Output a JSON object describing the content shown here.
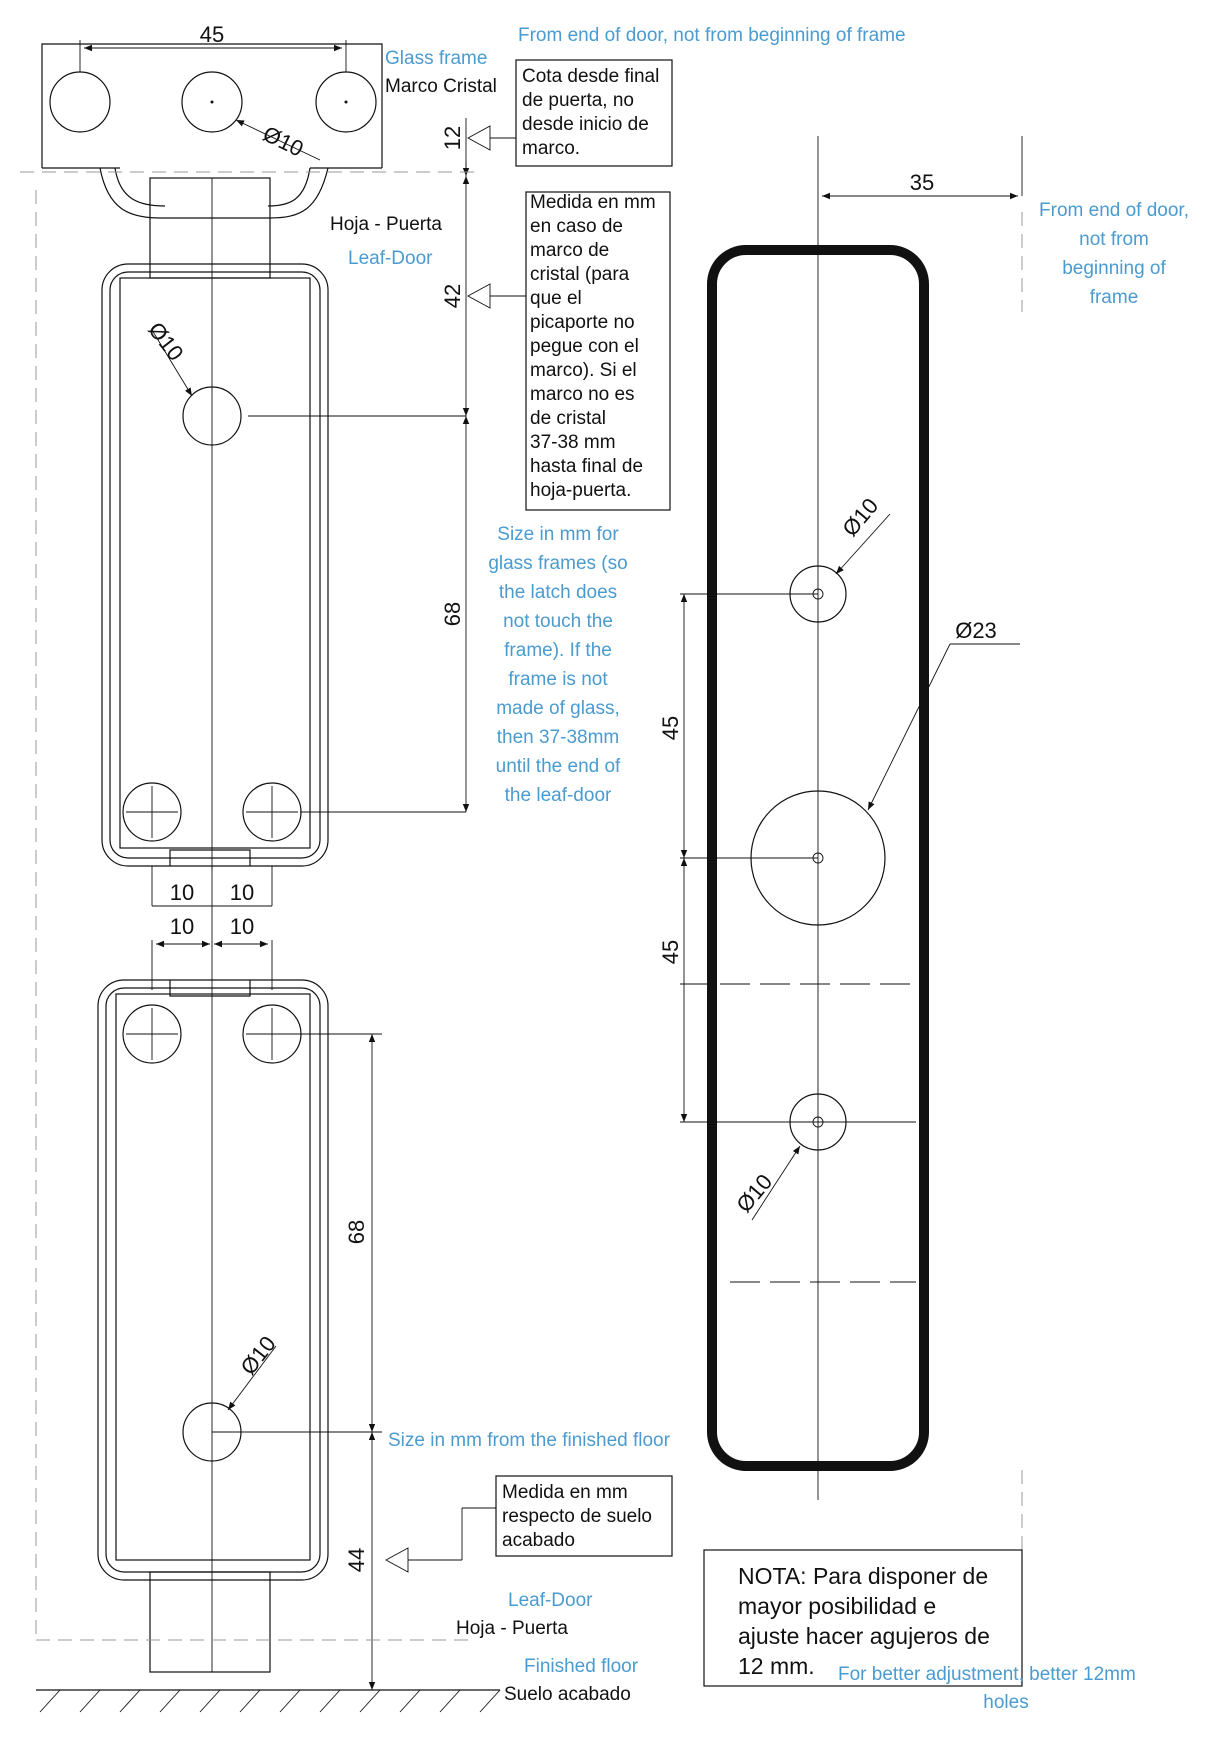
{
  "colors": {
    "annotation_blue": "#4a9bd0",
    "line": "#111111"
  },
  "left_piece": {
    "top_dim": "45",
    "glass_frame_en": "Glass frame",
    "glass_frame_es": "Marco Cristal",
    "top_hole_dia": "Ø10",
    "dim_12": "12",
    "top_note_en": "From end of door, not from beginning of frame",
    "top_note_es": [
      "Cota desde final",
      "de puerta, no",
      "desde inicio de",
      "marco."
    ],
    "leaf_es": "Hoja - Puerta",
    "leaf_en": "Leaf-Door",
    "dim_42": "42",
    "hole_dia": "Ø10",
    "dim_68": "68",
    "mid_note_es": [
      "Medida en mm",
      "en caso de",
      "marco de",
      "cristal (para",
      "que el",
      "picaporte no",
      "pegue con el",
      "marco). Si el",
      "marco no es",
      "de cristal",
      "37-38 mm",
      "hasta final de",
      "hoja-puerta."
    ],
    "mid_note_en": [
      "Size in mm for",
      "glass frames (so",
      "the latch does",
      "not touch the",
      "frame). If the",
      "frame is not",
      "made of glass,",
      "then 37-38mm",
      "until the end of",
      "the leaf-door"
    ],
    "dim_10a": "10",
    "dim_10b": "10",
    "dim_10c": "10",
    "dim_10d": "10"
  },
  "bottom_piece": {
    "dim_68": "68",
    "hole_dia": "Ø10",
    "floor_note_en": "Size in mm from the finished floor",
    "floor_note_es": [
      "Medida en mm",
      "respecto de suelo",
      "acabado"
    ],
    "dim_44": "44",
    "leaf_en": "Leaf-Door",
    "leaf_es": "Hoja - Puerta",
    "floor_en": "Finished floor",
    "floor_es": "Suelo acabado"
  },
  "right_plate": {
    "dim_35": "35",
    "note_en": [
      "From end of door,",
      "not from",
      "beginning of",
      "frame"
    ],
    "hole_top_dia": "Ø10",
    "center_hole_dia": "Ø23",
    "dim_45_upper": "45",
    "dim_45_lower": "45",
    "hole_bottom_dia": "Ø10"
  },
  "nota": {
    "lines": [
      "NOTA:  Para disponer de",
      "mayor posibilidad e",
      "ajuste hacer agujeros de",
      "12 mm."
    ],
    "english_lines": [
      "For better adjustment, better 12mm",
      "holes"
    ]
  }
}
